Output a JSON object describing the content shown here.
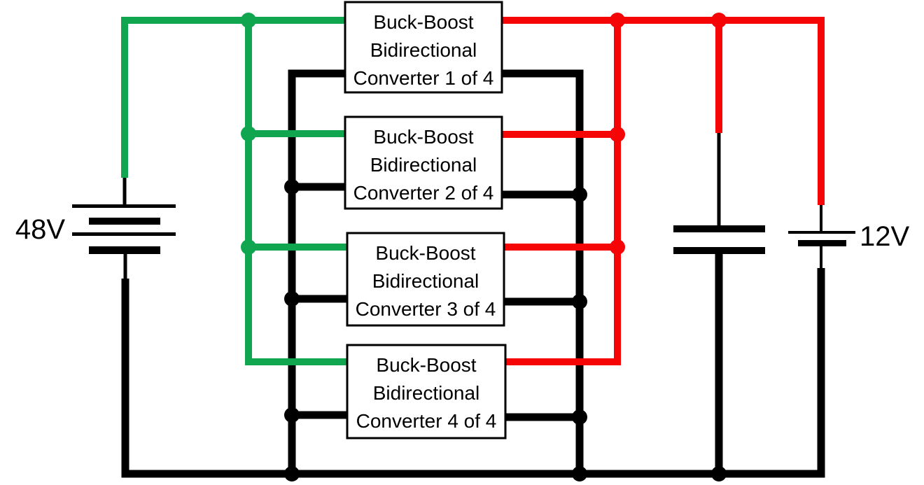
{
  "batteries": {
    "left_label": "48V",
    "right_label": "12V"
  },
  "converters": [
    {
      "line1": "Buck-Boost",
      "line2": "Bidirectional",
      "line3": "Converter 1 of 4"
    },
    {
      "line1": "Buck-Boost",
      "line2": "Bidirectional",
      "line3": "Converter 2 of 4"
    },
    {
      "line1": "Buck-Boost",
      "line2": "Bidirectional",
      "line3": "Converter 3 of 4"
    },
    {
      "line1": "Buck-Boost",
      "line2": "Bidirectional",
      "line3": "Converter 4 of 4"
    }
  ],
  "colors": {
    "hv_wire_green": "#0fa64f",
    "lv_wire_red": "#f50505",
    "ground_wire_black": "#000000",
    "background": "#ffffff"
  }
}
